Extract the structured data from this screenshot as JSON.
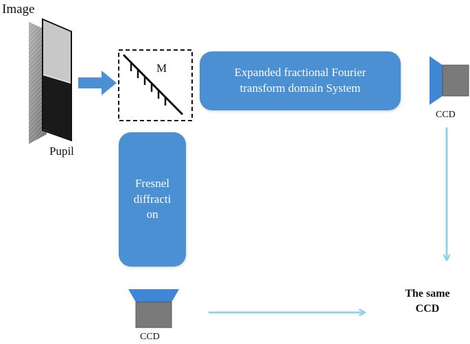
{
  "labels": {
    "image": "Image",
    "pupil": "Pupil",
    "mirror": "M",
    "ccd_top": "CCD",
    "ccd_bottom": "CCD",
    "same_ccd_line1": "The same",
    "same_ccd_line2": "CCD"
  },
  "boxes": {
    "fractional_fourier_line1": "Expanded fractional Fourier",
    "fractional_fourier_line2": "transform domain System",
    "fresnel_line1": "Fresnel",
    "fresnel_line2": "diffracti",
    "fresnel_line3": "on"
  },
  "colors": {
    "box_fill": "#4a90d2",
    "arrow_blue": "#4a90d2",
    "arrow_light": "#8fd3e8",
    "ccd_body": "#7a7a7a",
    "ccd_lens": "#3f86d4"
  }
}
